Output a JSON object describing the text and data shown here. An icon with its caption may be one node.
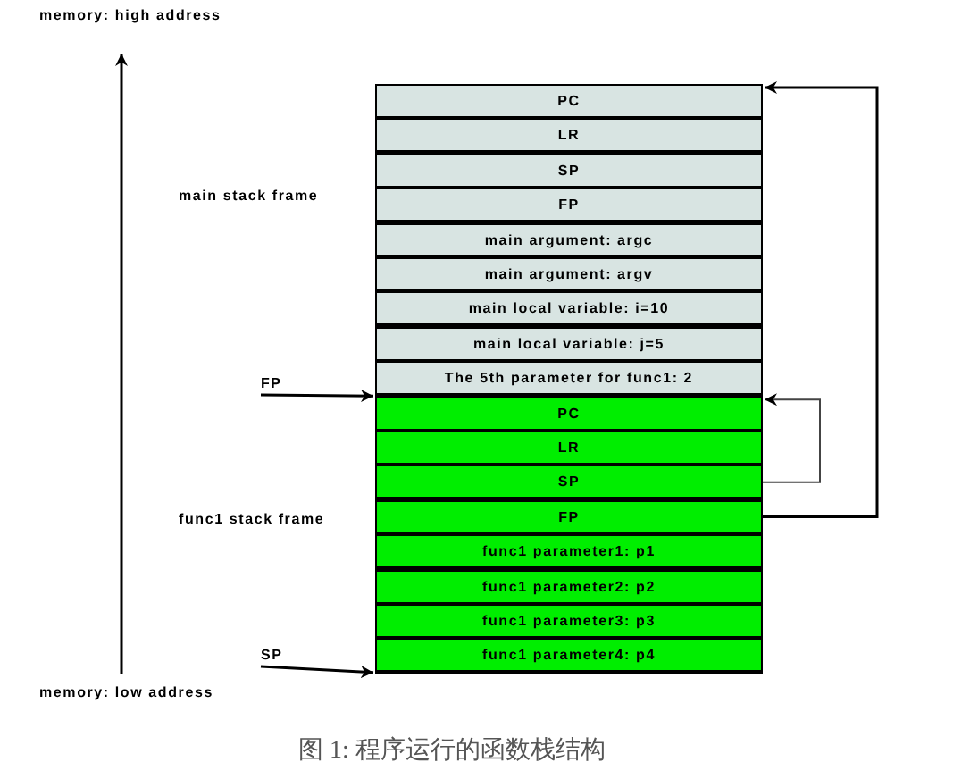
{
  "diagram": {
    "caption": "图 1: 程序运行的函数栈结构",
    "nodes": [
      {
        "text": [
          "PC"
        ]
      },
      {
        "text": [
          "LR"
        ]
      },
      {
        "text": [
          "SP"
        ]
      },
      {
        "text": [
          "FP"
        ]
      },
      {
        "text": [
          "main argument:  argc"
        ]
      },
      {
        "text": [
          "main argument:  argv"
        ]
      },
      {
        "text": [
          "main local variable:  i=10"
        ]
      },
      {
        "text": [
          "main local variable:  j=5"
        ]
      },
      {
        "text": [
          "The 5th parameter for func1: 2"
        ]
      },
      {
        "text": [
          "PC"
        ]
      },
      {
        "text": [
          "LR"
        ]
      },
      {
        "text": [
          "SP"
        ]
      },
      {
        "text": [
          "FP"
        ]
      },
      {
        "text": [
          "func1 parameter1: p1"
        ]
      },
      {
        "text": [
          "func1 parameter2: p2"
        ]
      },
      {
        "text": [
          "func1 parameter3: p3"
        ]
      },
      {
        "text": [
          "func1 parameter4: p4"
        ]
      },
      {
        "text": [
          "FP"
        ]
      },
      {
        "text": [
          "SP"
        ]
      }
    ],
    "edges": [
      {
        "from": 17,
        "to": 9,
        "arrow": "to"
      },
      {
        "from": 18,
        "to": 16,
        "arrow": "to"
      },
      {
        "from": 11,
        "to": 9,
        "arrow": "to"
      },
      {
        "from": 12,
        "to": 0,
        "arrow": "to"
      }
    ],
    "labels": [
      "memory: high address",
      "main stack frame",
      "func1 stack frame",
      "memory: low address"
    ]
  }
}
